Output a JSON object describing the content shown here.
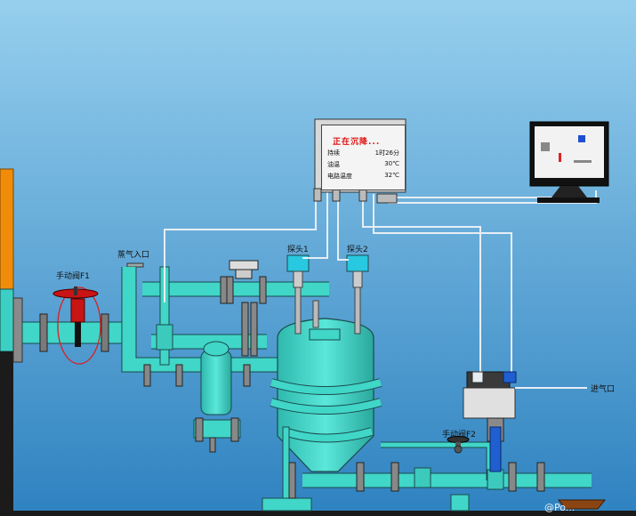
{
  "colors": {
    "sky_top": "#8ec9ea",
    "sky_bottom": "#2f86c4",
    "pipe_fill": "#40d6c8",
    "pipe_outline": "#1a4a4a",
    "valve_red": "#cc1111",
    "blue_valve": "#1f5fd0",
    "orange_tank": "#f0900c",
    "panel_red_text": "#e01010"
  },
  "labels": {
    "manual_valve_f1": "手动阀F1",
    "steam_inlet": "蒸气入口",
    "probe1": "探头1",
    "probe2": "探头2",
    "air_inlet": "进气口",
    "manual_valve_f2": "手动阀F2"
  },
  "panel": {
    "title": "正在沉降...",
    "rows": [
      {
        "label": "持续",
        "value": "1时26分"
      },
      {
        "label": "油温",
        "value": "30℃"
      },
      {
        "label": "电路温度",
        "value": "32℃"
      }
    ]
  },
  "watermark": "@Po...",
  "icons": {
    "monitor": "monitor-icon",
    "valve_f1": "handwheel-valve-icon",
    "valve_f2": "handwheel-valve-icon",
    "pneumatic_valve": "pneumatic-actuator-icon"
  }
}
